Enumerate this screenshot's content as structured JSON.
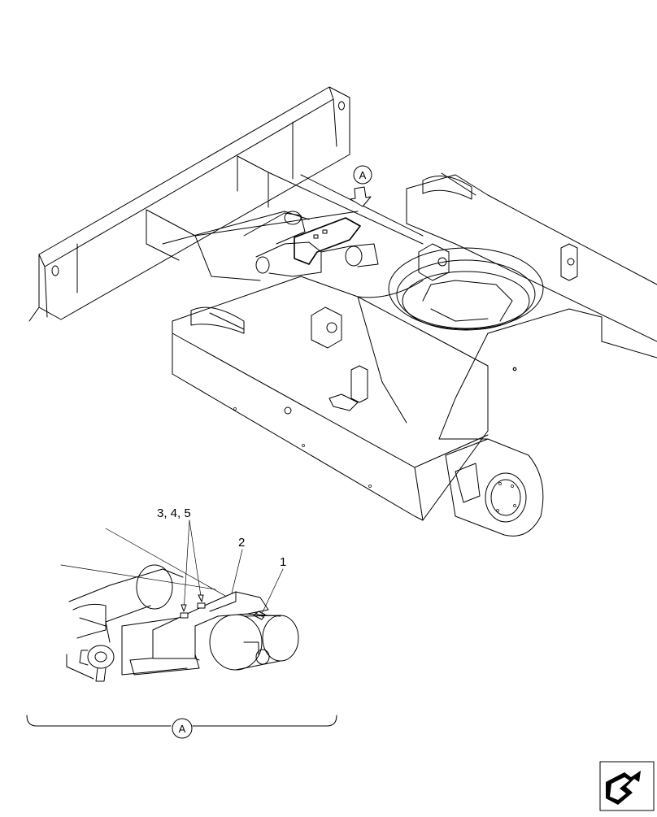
{
  "callouts": {
    "view_marker_top": "A",
    "view_marker_bottom": "A",
    "label_1": "1",
    "label_2": "2",
    "label_345": "3, 4, 5"
  },
  "icons": {
    "nav_corner": "next-page-arrow-icon"
  },
  "colors": {
    "line": "#000000",
    "background": "#ffffff"
  }
}
